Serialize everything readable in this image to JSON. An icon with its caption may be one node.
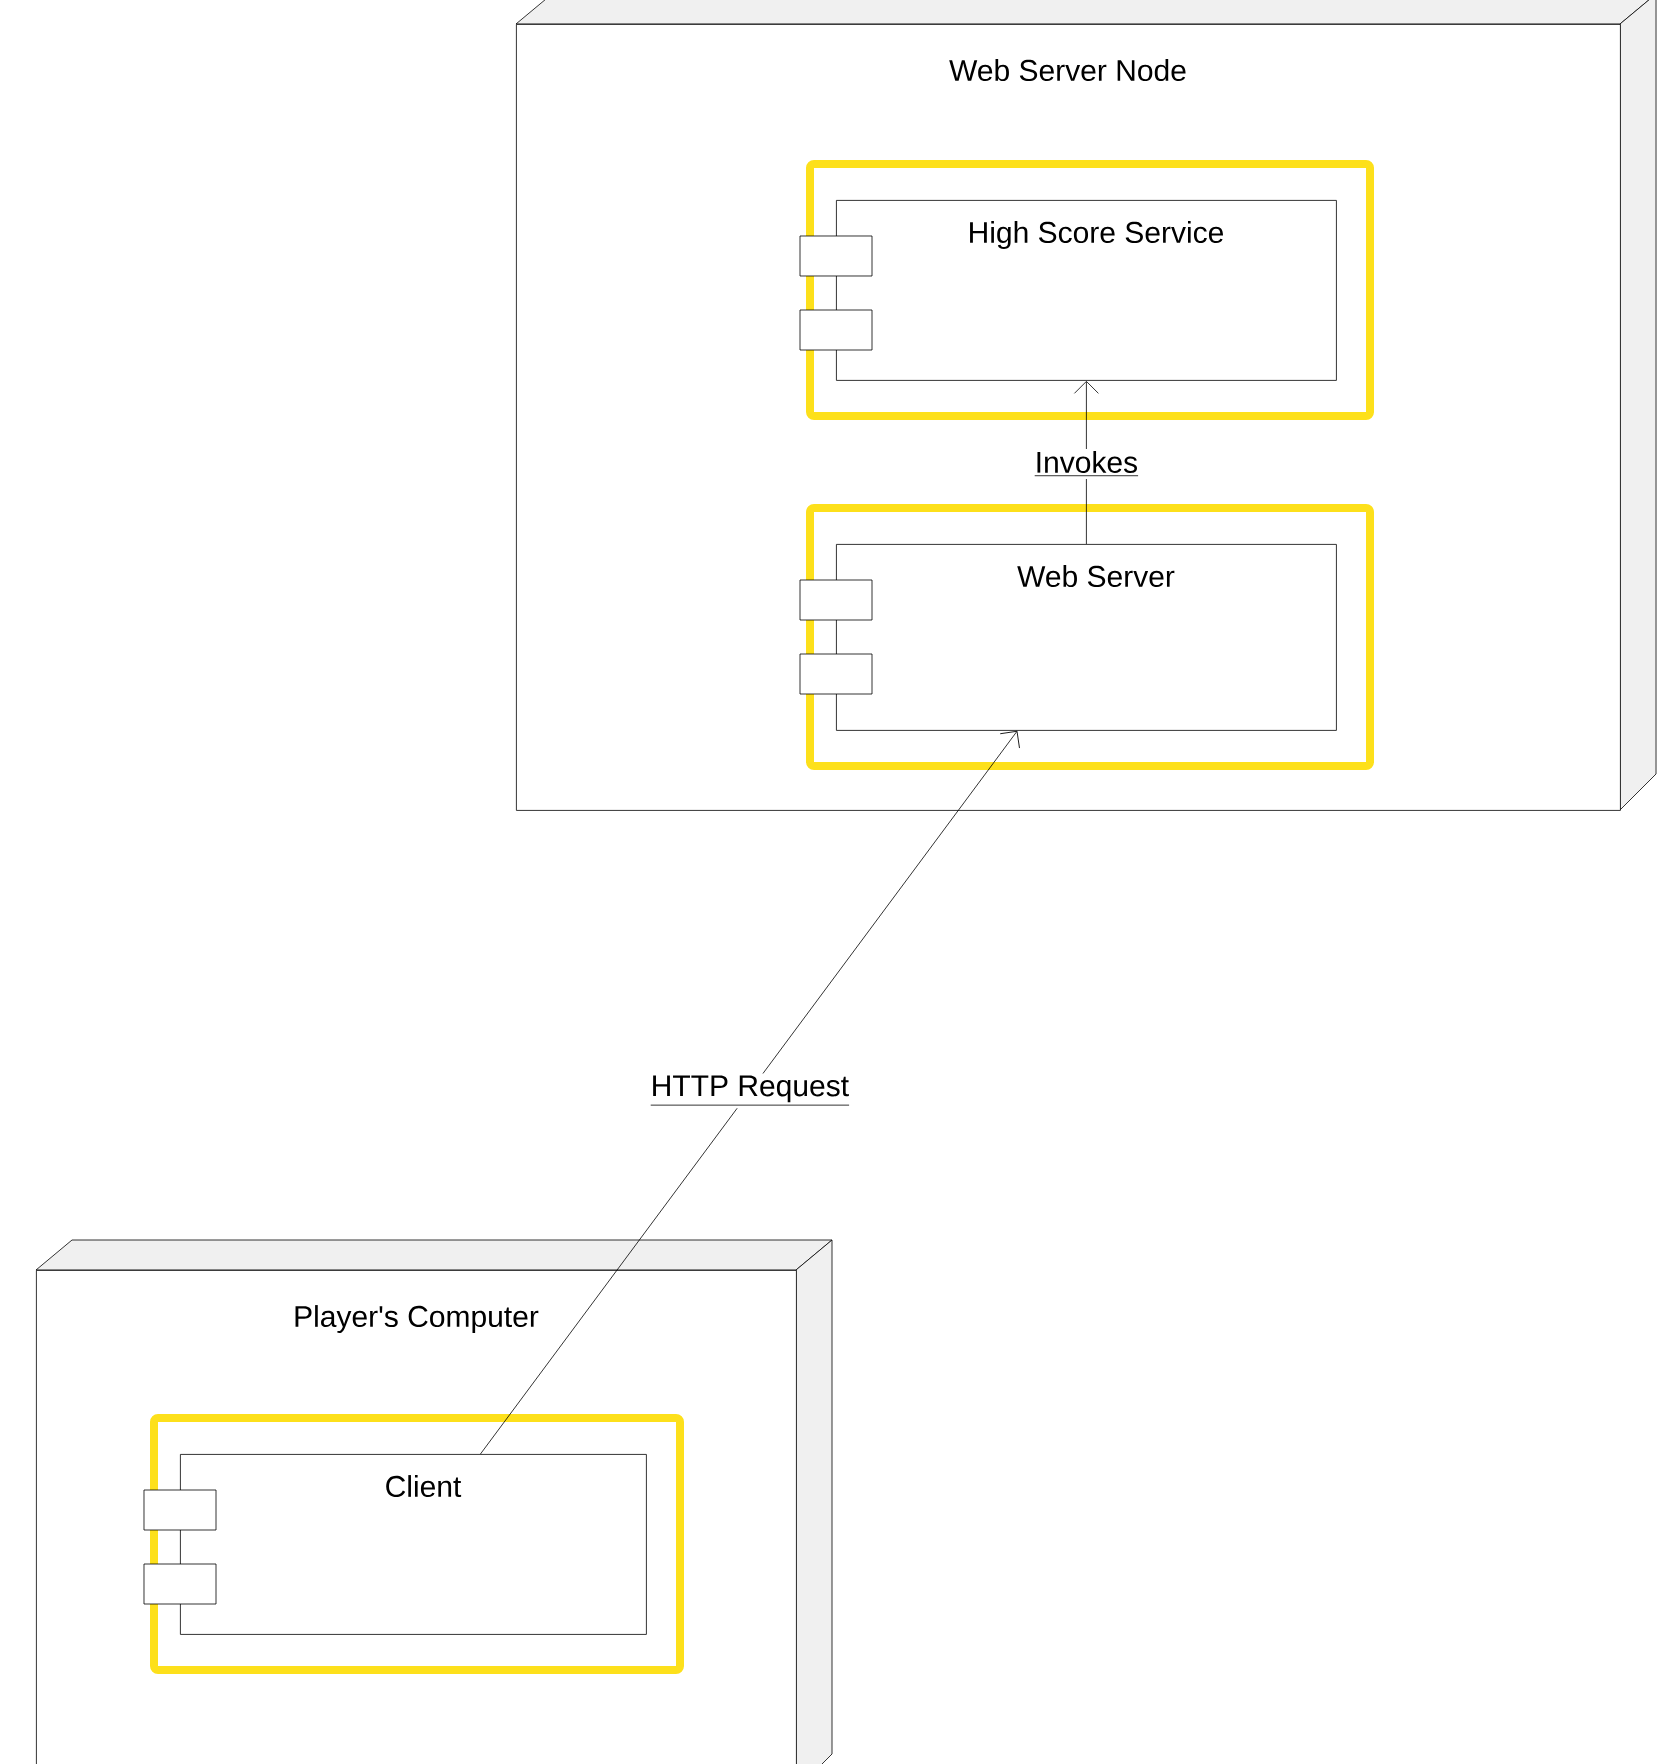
{
  "diagram": {
    "nodes": [
      {
        "text": [
          "Web Server Node"
        ]
      },
      {
        "text": [
          "High Score Service"
        ],
        "in": 0
      },
      {
        "text": [
          "Web Server"
        ],
        "in": 0
      },
      {
        "text": [
          "Player's Computer"
        ]
      },
      {
        "text": [
          "Client"
        ],
        "in": 3
      }
    ],
    "edges": [
      {
        "from": 2,
        "to": 1,
        "arrow": "to",
        "label": "Invokes"
      },
      {
        "from": 4,
        "to": 2,
        "arrow": "to",
        "label": "HTTP Request"
      }
    ]
  }
}
